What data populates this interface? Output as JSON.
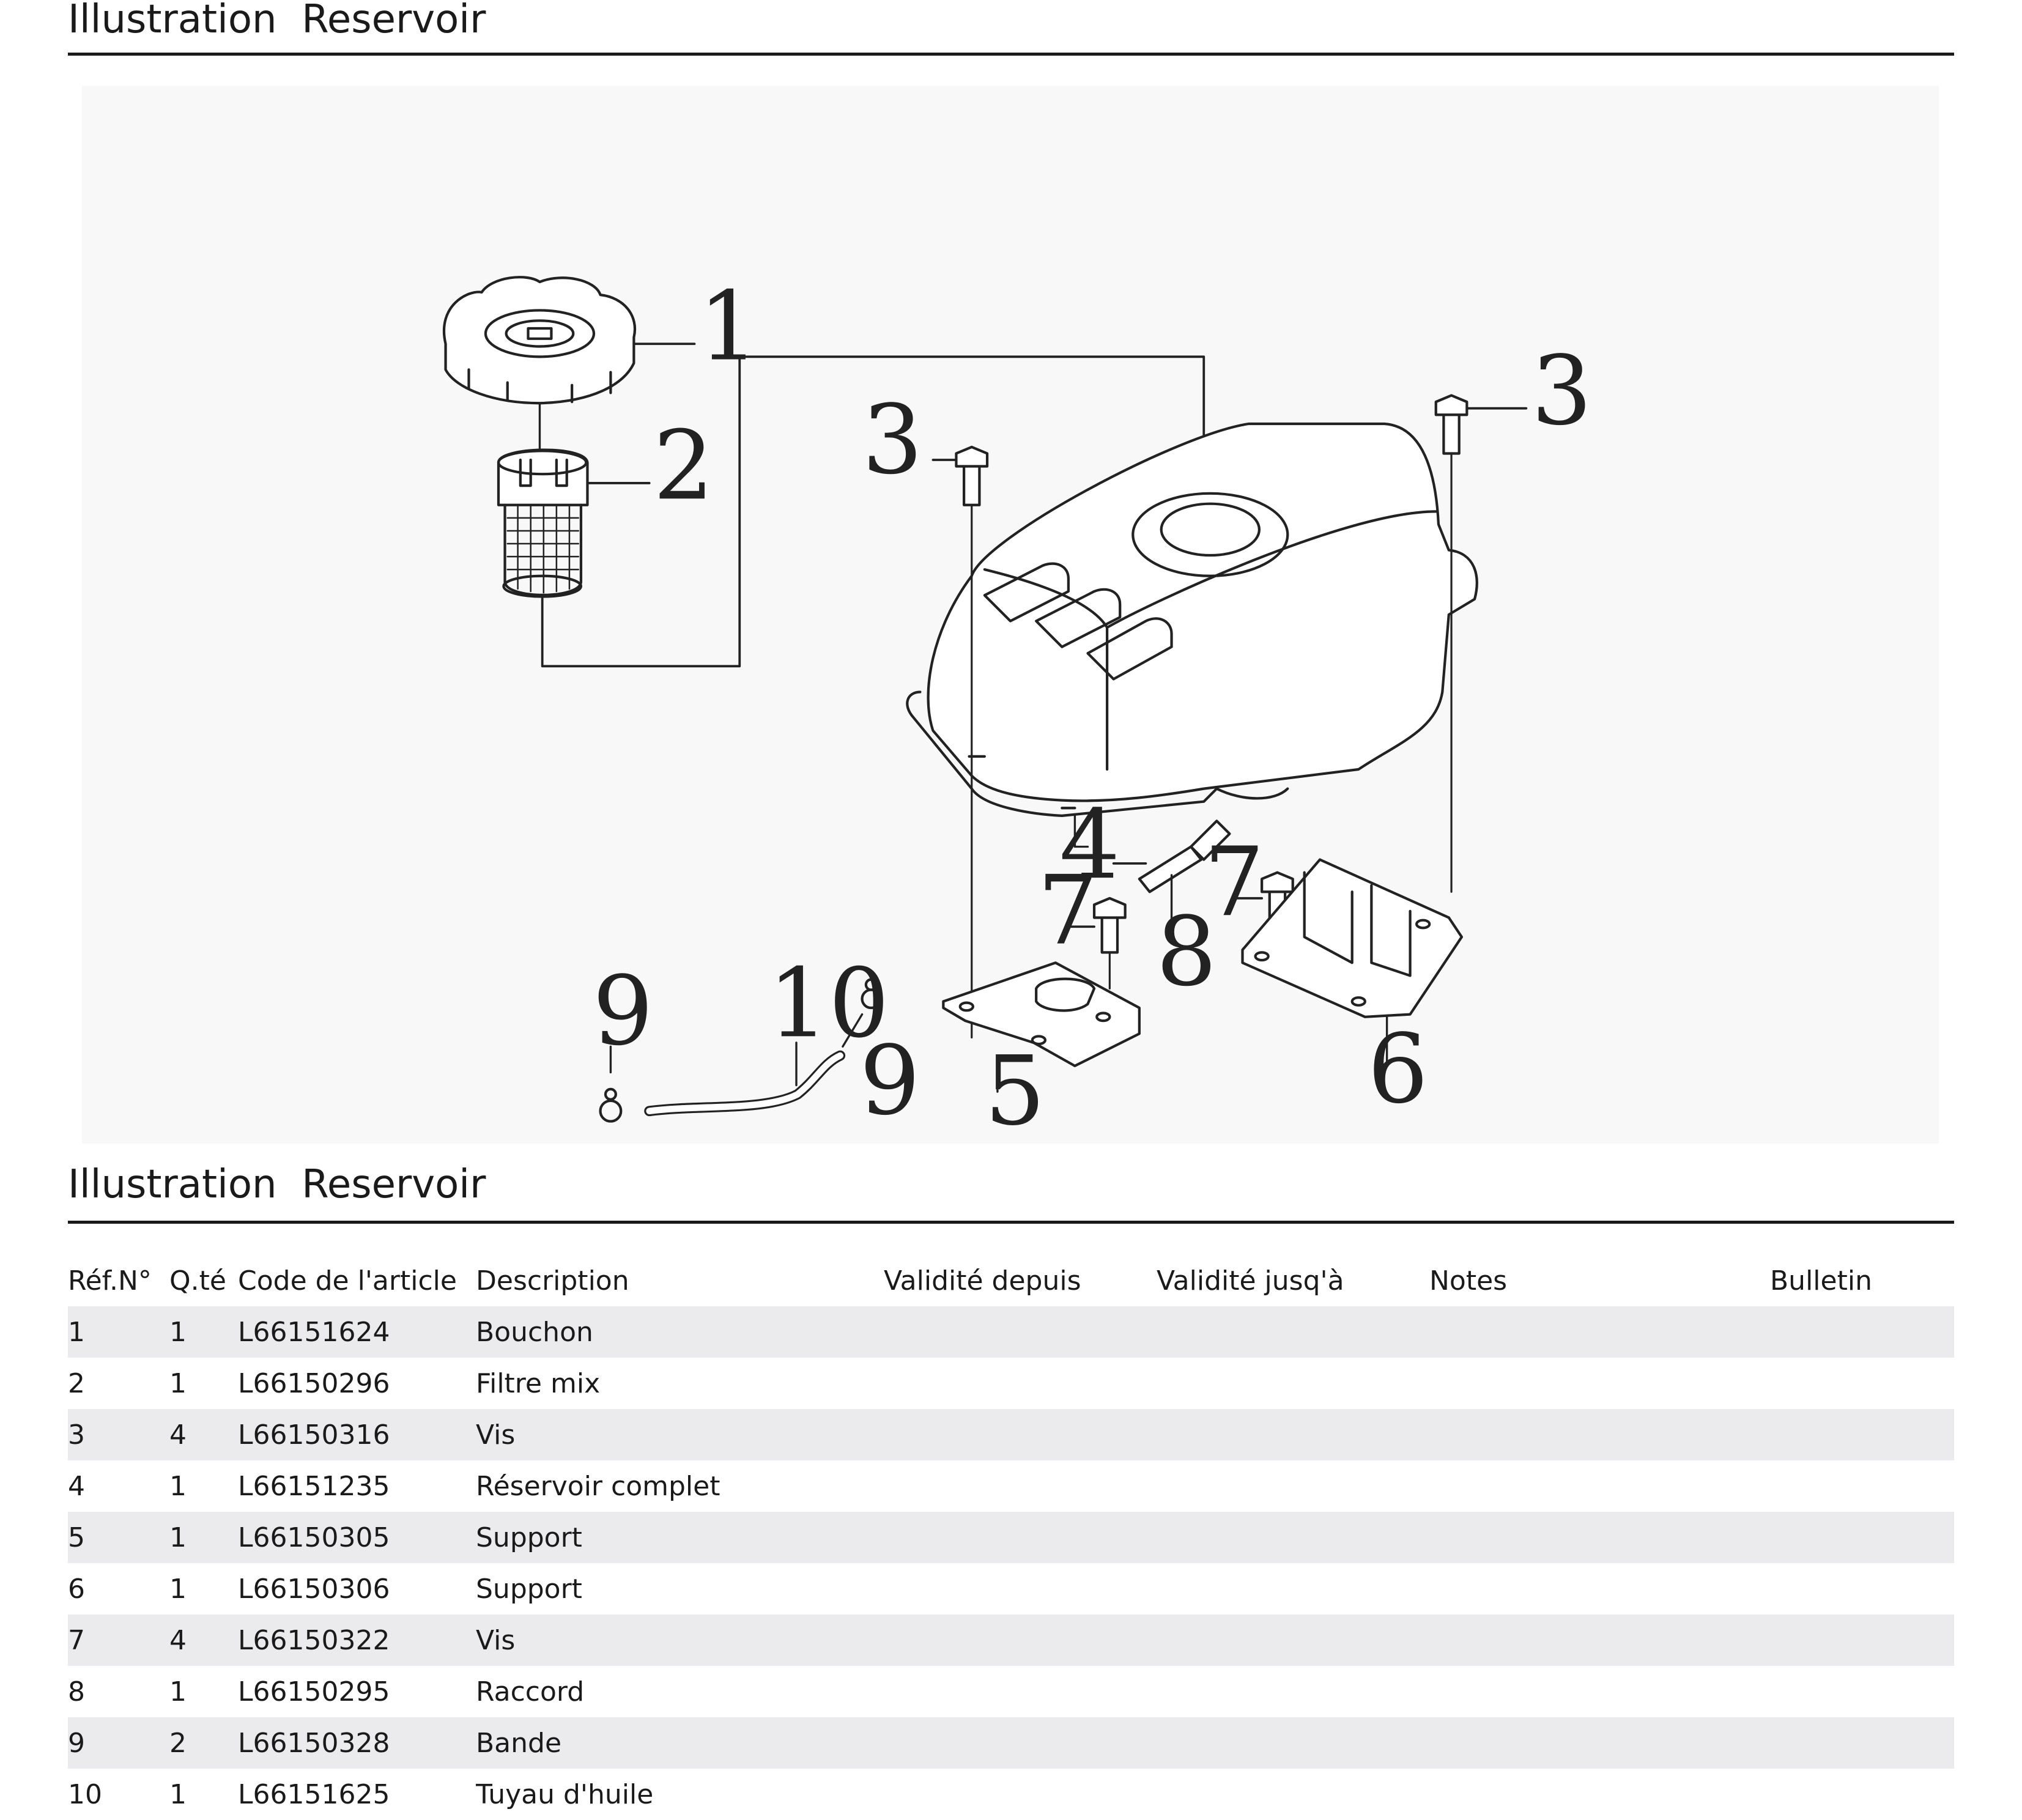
{
  "header": {
    "title": "Illustration  Reservoir"
  },
  "illustration": {
    "callouts": [
      "1",
      "2",
      "3",
      "3",
      "4",
      "5",
      "6",
      "7",
      "7",
      "8",
      "9",
      "9",
      "10"
    ]
  },
  "table_section": {
    "title": "Illustration  Reservoir"
  },
  "parts_table": {
    "columns": [
      "Réf.N°",
      "Q.té",
      "Code de l'article",
      "Description",
      "Validité depuis",
      "Validité jusq'à",
      "Notes",
      "Bulletin"
    ],
    "rows": [
      [
        "1",
        "1",
        "L66151624",
        "Bouchon",
        "",
        "",
        "",
        ""
      ],
      [
        "2",
        "1",
        "L66150296",
        "Filtre mix",
        "",
        "",
        "",
        ""
      ],
      [
        "3",
        "4",
        "L66150316",
        "Vis",
        "",
        "",
        "",
        ""
      ],
      [
        "4",
        "1",
        "L66151235",
        "Réservoir complet",
        "",
        "",
        "",
        ""
      ],
      [
        "5",
        "1",
        "L66150305",
        "Support",
        "",
        "",
        "",
        ""
      ],
      [
        "6",
        "1",
        "L66150306",
        "Support",
        "",
        "",
        "",
        ""
      ],
      [
        "7",
        "4",
        "L66150322",
        "Vis",
        "",
        "",
        "",
        ""
      ],
      [
        "8",
        "1",
        "L66150295",
        "Raccord",
        "",
        "",
        "",
        ""
      ],
      [
        "9",
        "2",
        "L66150328",
        "Bande",
        "",
        "",
        "",
        ""
      ],
      [
        "10",
        "1",
        "L66151625",
        "Tuyau d'huile",
        "",
        "",
        "",
        ""
      ]
    ]
  }
}
